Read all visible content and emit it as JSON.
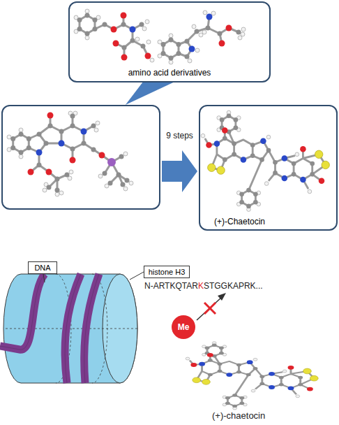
{
  "diagram": {
    "nodes": [
      {
        "text": [
          "amino acid derivatives"
        ]
      },
      {
        "text": []
      },
      {
        "text": [
          "(+)-Chaetocin"
        ]
      },
      {
        "text": [
          "DNA"
        ]
      },
      {
        "text": [
          "histone H3"
        ]
      },
      {
        "text": [
          "Me"
        ]
      }
    ],
    "edges": [
      {
        "from": 0,
        "to": 1,
        "arrow": "to"
      },
      {
        "from": 1,
        "to": 2,
        "arrow": "to",
        "label": "9 steps"
      }
    ],
    "labels": [
      "N-ARTKQTARKSTGGKAPRK...",
      "(+)-chaetocin"
    ]
  }
}
